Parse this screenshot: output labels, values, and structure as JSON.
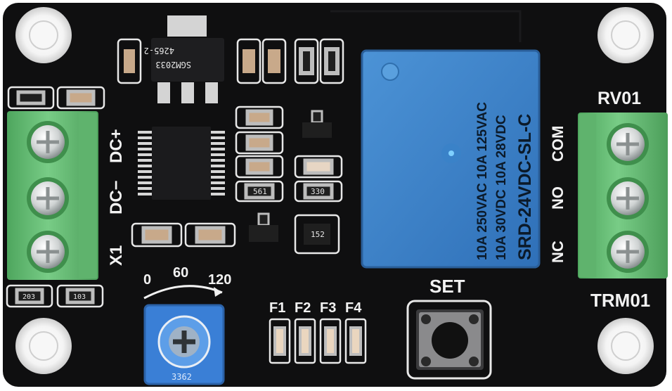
{
  "board": {
    "pcb_color": "#0f0f10",
    "terminal_color": "#6cc07a",
    "relay_color": "#3f86c9",
    "pot_color": "#3a7fd6"
  },
  "silkscreen": {
    "left_terminal": [
      "DC+",
      "DC−",
      "X1"
    ],
    "right_terminal": [
      "COM",
      "NO",
      "NC"
    ],
    "rv_label": "RV01",
    "trm_label": "TRM01",
    "dial": [
      "0",
      "60",
      "120"
    ],
    "set_label": "SET",
    "led_labels": [
      "F1",
      "F2",
      "F3",
      "F4"
    ]
  },
  "relay": {
    "line1": "10A 250VAC  10A 125VAC",
    "line2": "10A 30VDC  10A 28VDC",
    "model": "SRD-24VDC-SL-C"
  },
  "components": {
    "regulator_mark": "4265-2",
    "regulator_mark2": "SGM2033",
    "resistor_1": "561",
    "resistor_2": "330",
    "resistor_3": "152",
    "resistor_4": "203",
    "resistor_5": "103",
    "pot_mark": "3362"
  }
}
